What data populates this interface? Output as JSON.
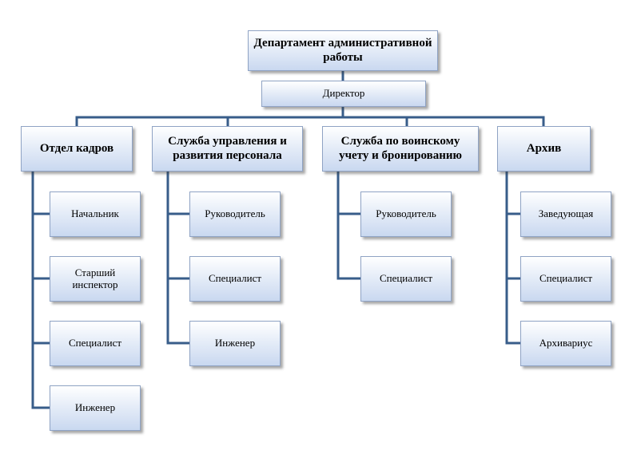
{
  "colors": {
    "connector": "#385d8a",
    "box_border": "#8fa3c4",
    "box_fill_top": "#ffffff",
    "box_fill_bottom": "#c9d8f0"
  },
  "root": {
    "title": "Департамент административной работы",
    "director": "Директор"
  },
  "departments": [
    {
      "title": "Отдел кадров",
      "items": [
        "Начальник",
        "Старший инспектор",
        "Специалист",
        "Инженер"
      ]
    },
    {
      "title": "Служба управления и развития персонала",
      "items": [
        "Руководитель",
        "Специалист",
        "Инженер"
      ]
    },
    {
      "title": "Служба по воинскому учету и бронированию",
      "items": [
        "Руководитель",
        "Специалист"
      ]
    },
    {
      "title": "Архив",
      "items": [
        "Заведующая",
        "Специалист",
        "Архивариус"
      ]
    }
  ]
}
